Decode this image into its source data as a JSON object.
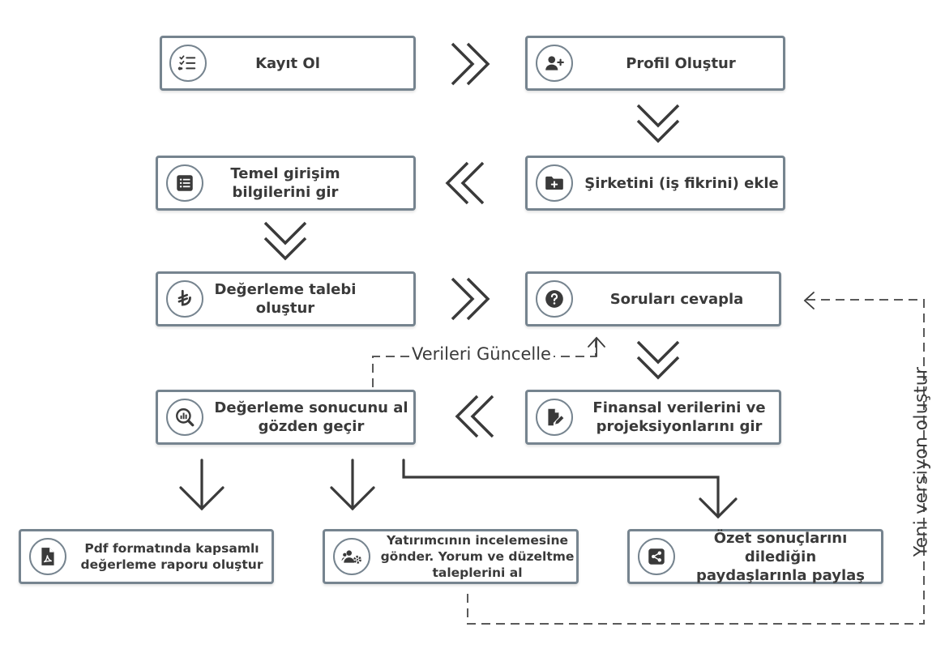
{
  "steps": {
    "kayit": "Kayıt Ol",
    "profil": "Profil Oluştur",
    "sirket": "Şirketini (iş fikrini) ekle",
    "temel": "Temel girişim\nbilgilerini gir",
    "talep": "Değerleme talebi\noluştur",
    "sorular": "Soruları cevapla",
    "finansal": "Finansal verilerini ve\nprojeksiyonlarını gir",
    "sonuc": "Değerleme sonucunu al\ngözden geçir",
    "pdf": "Pdf formatında kapsamlı\ndeğerleme raporu oluştur",
    "yatirimci": "Yatırımcının incelemesine\ngönder. Yorum ve düzeltme\ntaleplerini al",
    "ozet": "Özet sonuçlarını dilediğin\npaydaşlarınla paylaş"
  },
  "annotations": {
    "update_data": "Verileri Güncelle",
    "new_version": "Yeni versiyon oluştur"
  },
  "icons": {
    "kayit": "checklist-icon",
    "profil": "user-plus-icon",
    "sirket": "folder-plus-icon",
    "temel": "list-icon",
    "talep": "lira-icon",
    "sorular": "question-icon",
    "finansal": "document-edit-icon",
    "sonuc": "search-chart-icon",
    "pdf": "pdf-file-icon",
    "yatirimci": "users-gear-icon",
    "ozet": "share-icon"
  },
  "colors": {
    "border": "#76848f",
    "arrow": "#3a3a3a",
    "text": "#3a3a3a"
  }
}
